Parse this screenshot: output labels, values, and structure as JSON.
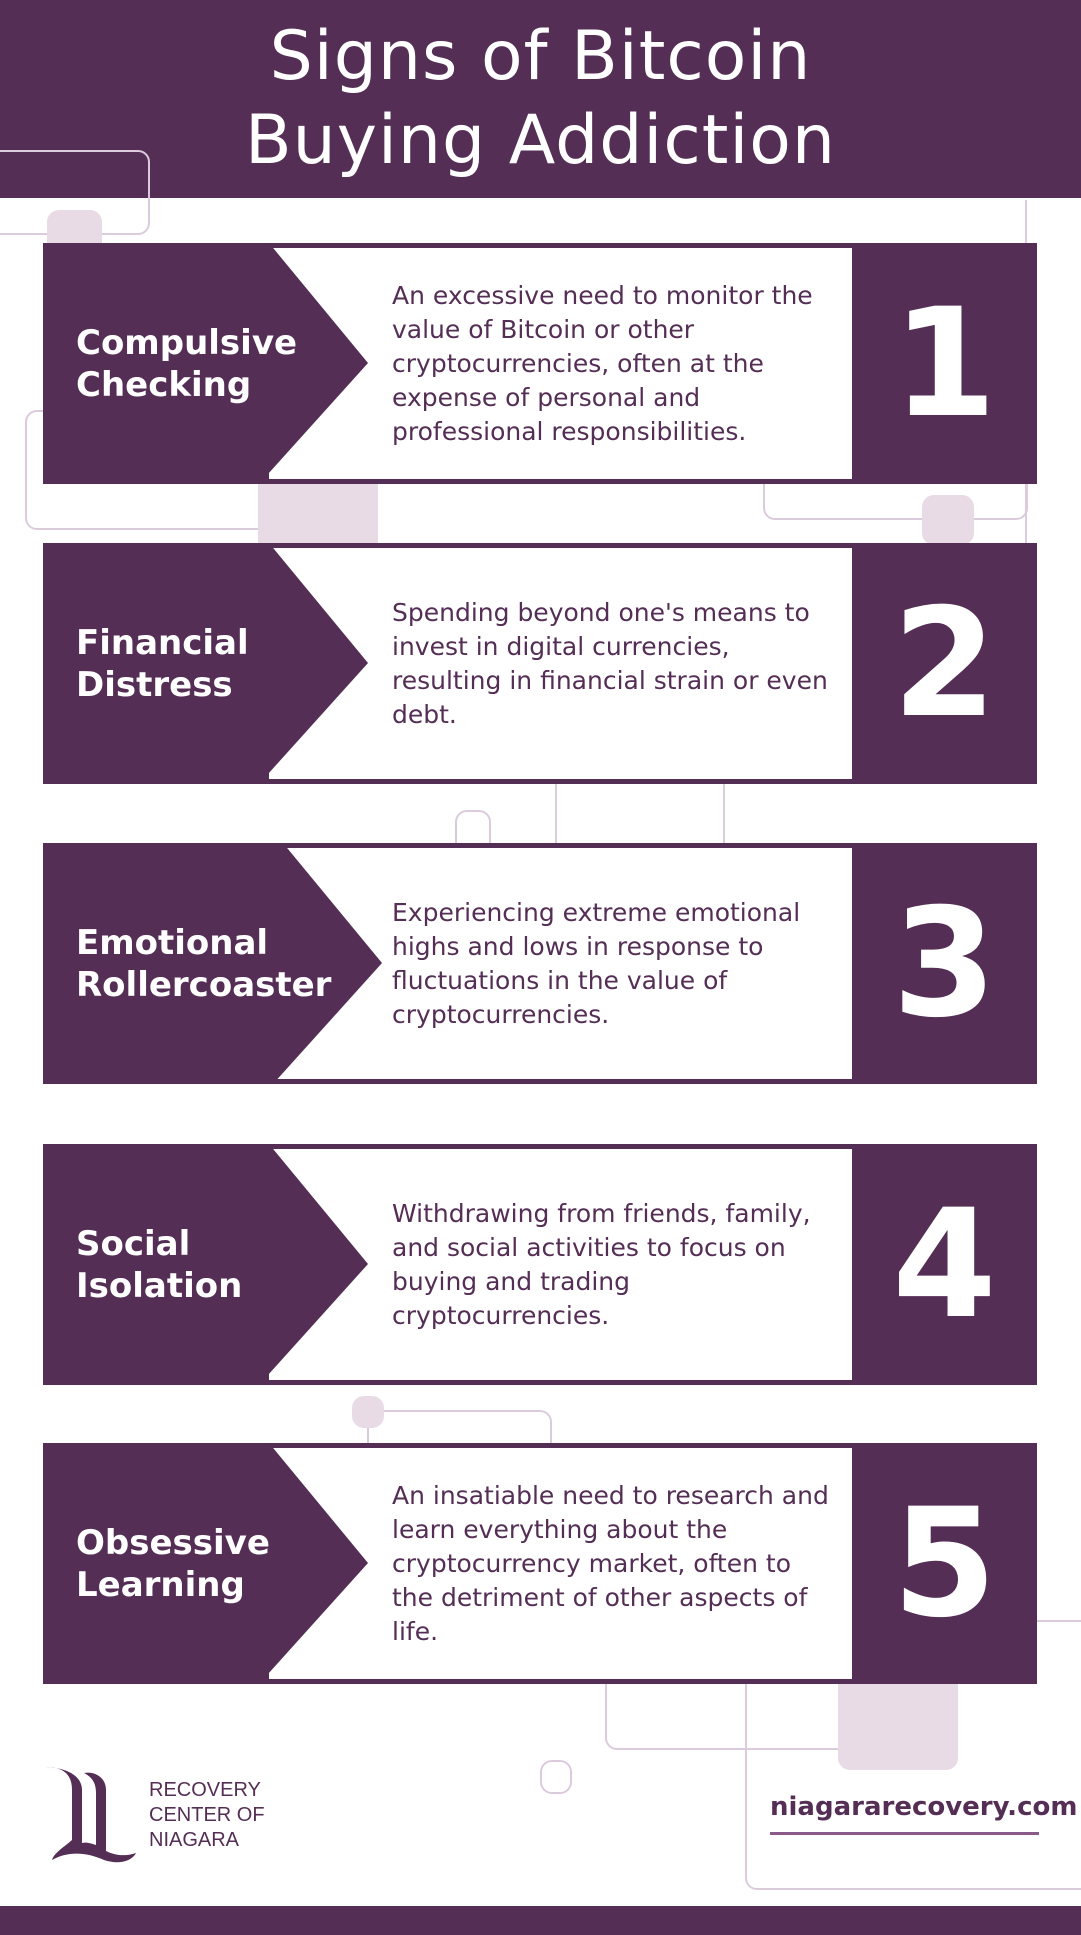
{
  "header": {
    "title_line1": "Signs of Bitcoin",
    "title_line2": "Buying Addiction"
  },
  "signs": [
    {
      "number": "1",
      "title_line1": "Compulsive",
      "title_line2": "Checking",
      "description": "An excessive need to monitor the value of Bitcoin or other cryptocurrencies, often at the expense of personal and professional responsibilities."
    },
    {
      "number": "2",
      "title_line1": "Financial",
      "title_line2": "Distress",
      "description": "Spending beyond one's means to invest in digital currencies, resulting in financial strain or even debt."
    },
    {
      "number": "3",
      "title_line1": "Emotional",
      "title_line2": "Rollercoaster",
      "description": "Experiencing extreme emotional highs and lows in response to fluctuations in the value of cryptocurrencies."
    },
    {
      "number": "4",
      "title_line1": "Social",
      "title_line2": "Isolation",
      "description": "Withdrawing from friends, family, and social activities to focus on buying and trading cryptocurrencies."
    },
    {
      "number": "5",
      "title_line1": "Obsessive",
      "title_line2": "Learning",
      "description": "An insatiable need to research and learn everything about the cryptocurrency market, often to the detriment of other aspects of life."
    }
  ],
  "footer": {
    "logo_line1": "RECOVERY",
    "logo_line2": "CENTER OF",
    "logo_line3": "NIAGARA",
    "website": "niagararecovery.com"
  },
  "colors": {
    "primary": "#542e55",
    "decor": "#dccbdc"
  }
}
